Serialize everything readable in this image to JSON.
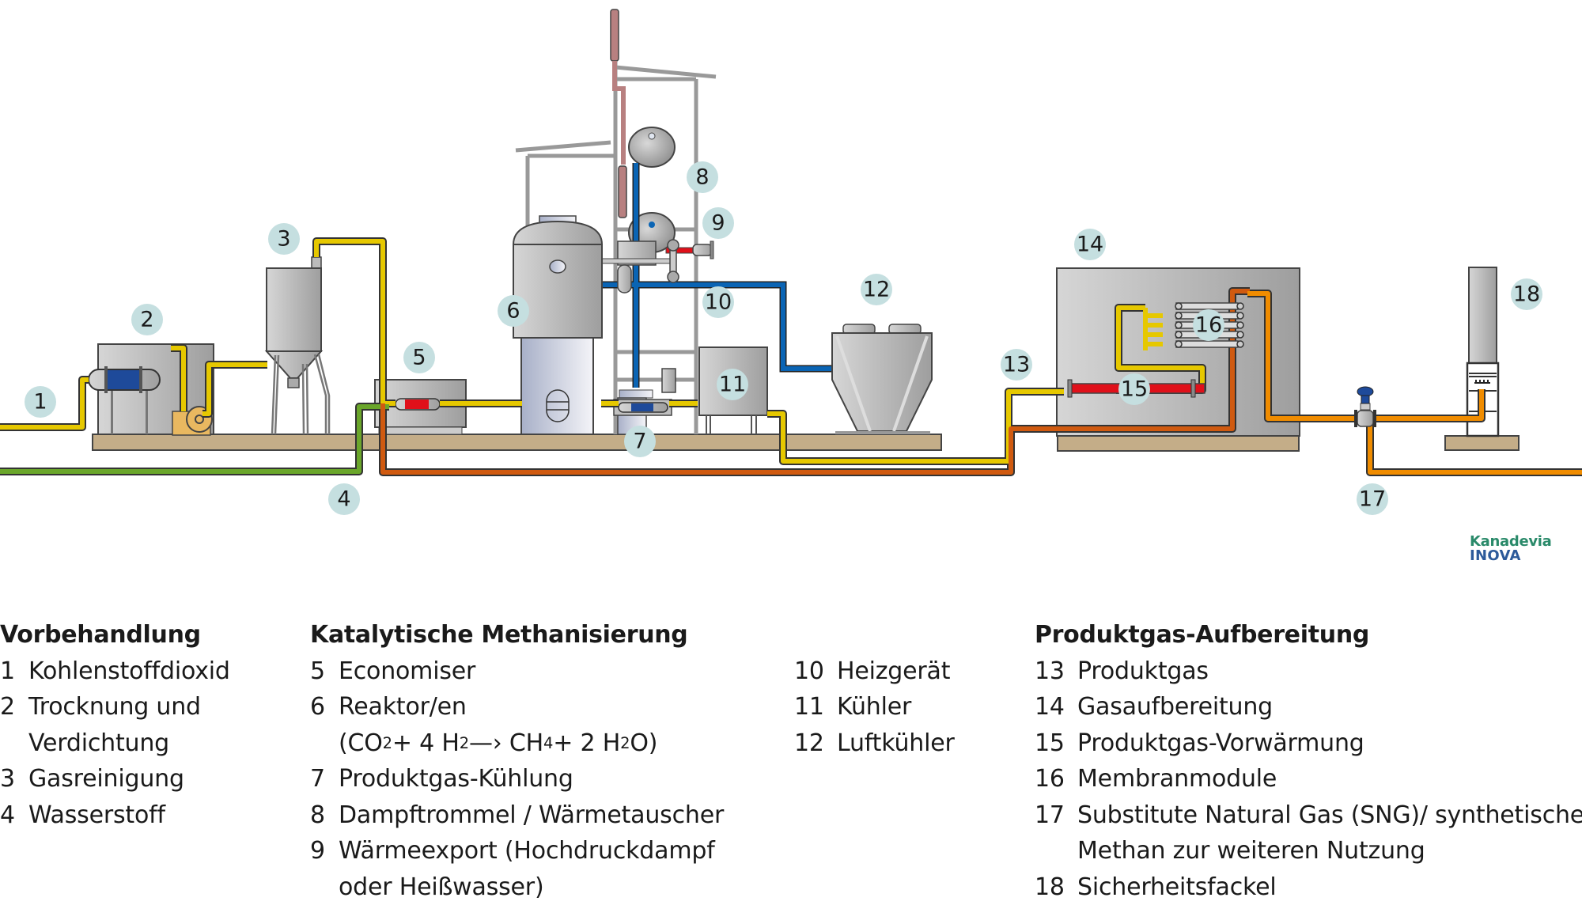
{
  "diagram": {
    "badges": [
      {
        "id": 1,
        "label": "1"
      },
      {
        "id": 2,
        "label": "2"
      },
      {
        "id": 3,
        "label": "3"
      },
      {
        "id": 4,
        "label": "4"
      },
      {
        "id": 5,
        "label": "5"
      },
      {
        "id": 6,
        "label": "6"
      },
      {
        "id": 7,
        "label": "7"
      },
      {
        "id": 8,
        "label": "8"
      },
      {
        "id": 9,
        "label": "9"
      },
      {
        "id": 10,
        "label": "10"
      },
      {
        "id": 11,
        "label": "11"
      },
      {
        "id": 12,
        "label": "12"
      },
      {
        "id": 13,
        "label": "13"
      },
      {
        "id": 14,
        "label": "14"
      },
      {
        "id": 15,
        "label": "15"
      },
      {
        "id": 16,
        "label": "16"
      },
      {
        "id": 17,
        "label": "17"
      },
      {
        "id": 18,
        "label": "18"
      }
    ],
    "colors": {
      "badge": "#c5dfe0",
      "pipe_co2": "#e6c800",
      "pipe_h2": "#6aa62a",
      "pipe_product": "#d05a10",
      "pipe_sng": "#f08c00",
      "pipe_water": "#0a64b4",
      "pipe_hot": "#e0101a",
      "pipe_exhaust": "#b88080",
      "equipment_gray": "#b4b4b4",
      "foundation": "#c4ad88"
    }
  },
  "legend": {
    "pretreatment": {
      "title": "Vorbehandlung",
      "items": [
        {
          "num": "1",
          "text": "Kohlenstoffdioxid"
        },
        {
          "num": "2",
          "text": "Trocknung und",
          "cont": "Verdichtung"
        },
        {
          "num": "3",
          "text": "Gasreinigung"
        },
        {
          "num": "4",
          "text": "Wasserstoff"
        }
      ]
    },
    "methanation": {
      "title": "Katalytische Methanisierung",
      "items": [
        {
          "num": "5",
          "text": "Economiser"
        },
        {
          "num": "6",
          "text": "Reaktor/en"
        },
        {
          "num": "7",
          "text": "Produktgas-Kühlung"
        },
        {
          "num": "8",
          "text": "Dampftrommel / Wärmetauscher"
        },
        {
          "num": "9",
          "text": "Wärmeexport (Hochdruckdampf",
          "cont": "oder Heißwasser)"
        }
      ],
      "equation": {
        "open": "(CO",
        "s1": "2",
        "p1": " + 4 H",
        "s2": "2",
        "arrow": " —› CH",
        "s3": "4",
        "p2": " + 2 H",
        "s4": "2",
        "close": "O)"
      },
      "items2": [
        {
          "num": "10",
          "text": "Heizgerät"
        },
        {
          "num": "11",
          "text": "Kühler"
        },
        {
          "num": "12",
          "text": "Luftkühler"
        }
      ]
    },
    "upgrading": {
      "title": "Produktgas-Aufbereitung",
      "items": [
        {
          "num": "13",
          "text": "Produktgas"
        },
        {
          "num": "14",
          "text": "Gasaufbereitung"
        },
        {
          "num": "15",
          "text": "Produktgas-Vorwärmung"
        },
        {
          "num": "16",
          "text": "Membranmodule"
        },
        {
          "num": "17",
          "text": "Substitute Natural Gas (SNG)/ synthetisches",
          "cont": "Methan zur weiteren Nutzung"
        },
        {
          "num": "18",
          "text": "Sicherheitsfackel"
        }
      ]
    }
  },
  "logo": {
    "line1": "Kanadevia",
    "line2": "INOVA"
  }
}
